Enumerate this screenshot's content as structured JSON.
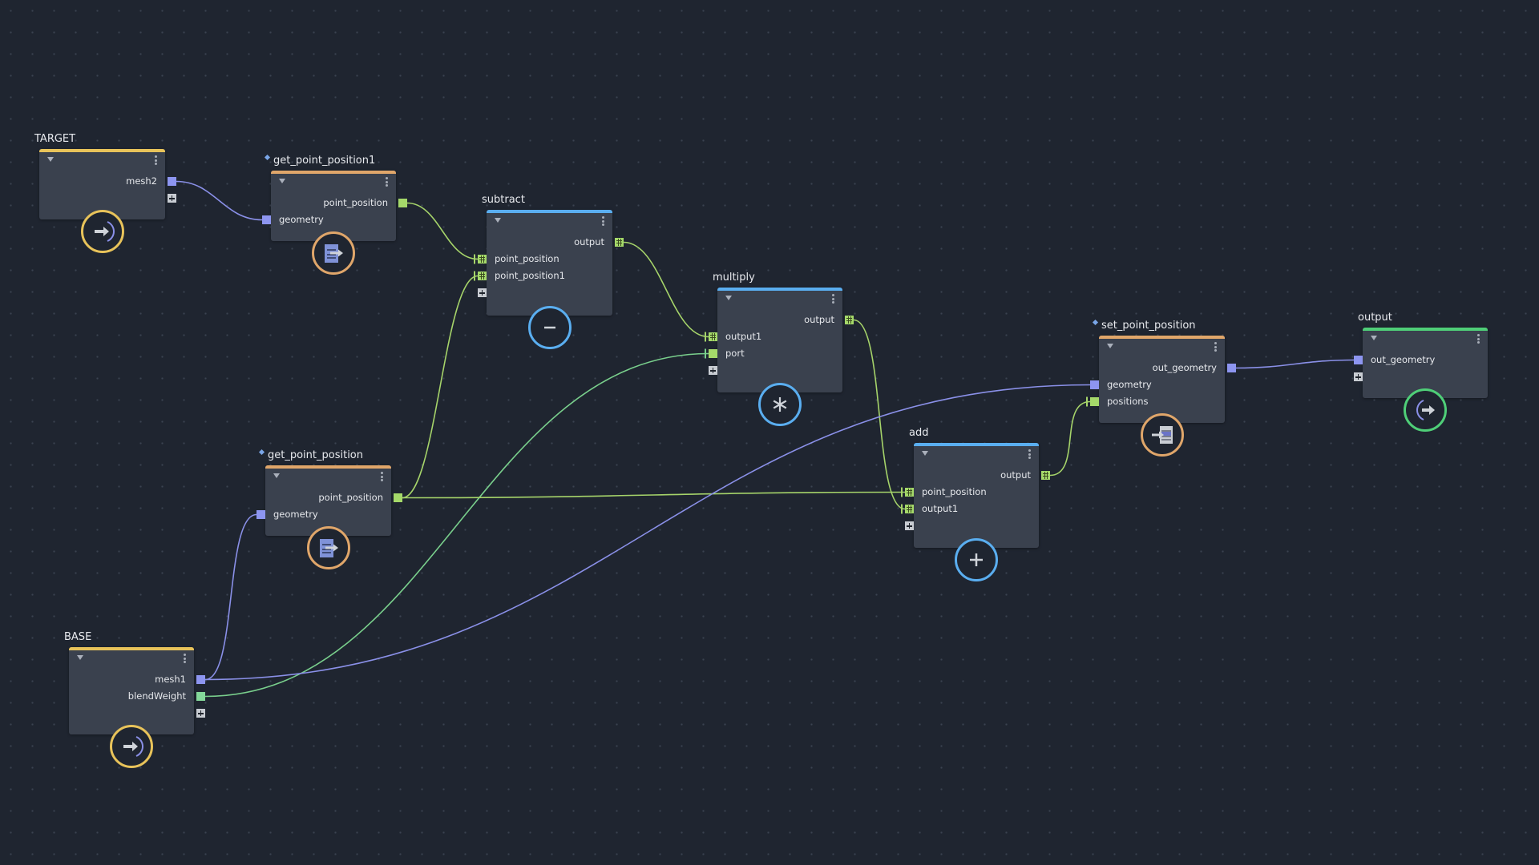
{
  "colors": {
    "background": "#1f2530",
    "node_body": "#3a414e",
    "io_bar": "#e8c35a",
    "query_bar": "#e0a66a",
    "math_bar": "#5aaef0",
    "output_bar": "#4fcf78",
    "geometry_port": "#8d95f0",
    "vector_port": "#a5d96a",
    "float_port": "#84d89a",
    "geometry_wire": "#8a90e8",
    "vector_wire": "#a6d46a",
    "float_wire": "#79cf8c"
  },
  "graph": {
    "nodes": [
      {
        "id": "TARGET",
        "title": "TARGET",
        "pinned": false,
        "kind": "io",
        "icon": "input-arrow-icon",
        "inputs": [],
        "outputs": [
          {
            "name": "mesh2",
            "type": "geo"
          }
        ],
        "add_port": "outputs"
      },
      {
        "id": "get_point_position1",
        "title": "get_point_position1",
        "pinned": true,
        "kind": "query",
        "icon": "get-data-icon",
        "inputs": [
          {
            "name": "geometry",
            "type": "geo"
          }
        ],
        "outputs": [
          {
            "name": "point_position",
            "type": "vec"
          }
        ],
        "add_port": null
      },
      {
        "id": "subtract",
        "title": "subtract",
        "pinned": false,
        "kind": "math",
        "icon": "minus-icon",
        "inputs": [
          {
            "name": "point_position",
            "type": "arr"
          },
          {
            "name": "point_position1",
            "type": "arr"
          }
        ],
        "outputs": [
          {
            "name": "output",
            "type": "arr"
          }
        ],
        "add_port": "inputs"
      },
      {
        "id": "multiply",
        "title": "multiply",
        "pinned": false,
        "kind": "math",
        "icon": "asterisk-icon",
        "inputs": [
          {
            "name": "output1",
            "type": "arr"
          },
          {
            "name": "port",
            "type": "vec"
          }
        ],
        "outputs": [
          {
            "name": "output",
            "type": "arr"
          }
        ],
        "add_port": "inputs"
      },
      {
        "id": "add",
        "title": "add",
        "pinned": false,
        "kind": "math",
        "icon": "plus-icon",
        "inputs": [
          {
            "name": "point_position",
            "type": "arr"
          },
          {
            "name": "output1",
            "type": "arr"
          }
        ],
        "outputs": [
          {
            "name": "output",
            "type": "arr"
          }
        ],
        "add_port": "inputs"
      },
      {
        "id": "set_point_position",
        "title": "set_point_position",
        "pinned": true,
        "kind": "query",
        "icon": "set-data-icon",
        "inputs": [
          {
            "name": "geometry",
            "type": "geo"
          },
          {
            "name": "positions",
            "type": "vec"
          }
        ],
        "outputs": [
          {
            "name": "out_geometry",
            "type": "geo"
          }
        ],
        "add_port": null
      },
      {
        "id": "output",
        "title": "output",
        "pinned": false,
        "kind": "output",
        "icon": "output-arrow-icon",
        "inputs": [
          {
            "name": "out_geometry",
            "type": "geo"
          }
        ],
        "outputs": [],
        "add_port": "inputs"
      },
      {
        "id": "get_point_position",
        "title": "get_point_position",
        "pinned": true,
        "kind": "query",
        "icon": "get-data-icon",
        "inputs": [
          {
            "name": "geometry",
            "type": "geo"
          }
        ],
        "outputs": [
          {
            "name": "point_position",
            "type": "vec"
          }
        ],
        "add_port": null
      },
      {
        "id": "BASE",
        "title": "BASE",
        "pinned": false,
        "kind": "io",
        "icon": "input-arrow-icon",
        "inputs": [],
        "outputs": [
          {
            "name": "mesh1",
            "type": "geo"
          },
          {
            "name": "blendWeight",
            "type": "flt"
          }
        ],
        "add_port": "outputs"
      }
    ],
    "edges": [
      {
        "from": "TARGET.mesh2",
        "to": "get_point_position1.geometry",
        "type": "geo"
      },
      {
        "from": "get_point_position1.point_position",
        "to": "subtract.point_position",
        "type": "vec"
      },
      {
        "from": "get_point_position.point_position",
        "to": "subtract.point_position1",
        "type": "vec"
      },
      {
        "from": "subtract.output",
        "to": "multiply.output1",
        "type": "vec"
      },
      {
        "from": "BASE.blendWeight",
        "to": "multiply.port",
        "type": "flt"
      },
      {
        "from": "multiply.output",
        "to": "add.output1",
        "type": "vec"
      },
      {
        "from": "get_point_position.point_position",
        "to": "add.point_position",
        "type": "vec"
      },
      {
        "from": "add.output",
        "to": "set_point_position.positions",
        "type": "vec"
      },
      {
        "from": "BASE.mesh1",
        "to": "set_point_position.geometry",
        "type": "geo"
      },
      {
        "from": "BASE.mesh1",
        "to": "get_point_position.geometry",
        "type": "geo"
      },
      {
        "from": "set_point_position.out_geometry",
        "to": "output.out_geometry",
        "type": "geo"
      }
    ]
  }
}
